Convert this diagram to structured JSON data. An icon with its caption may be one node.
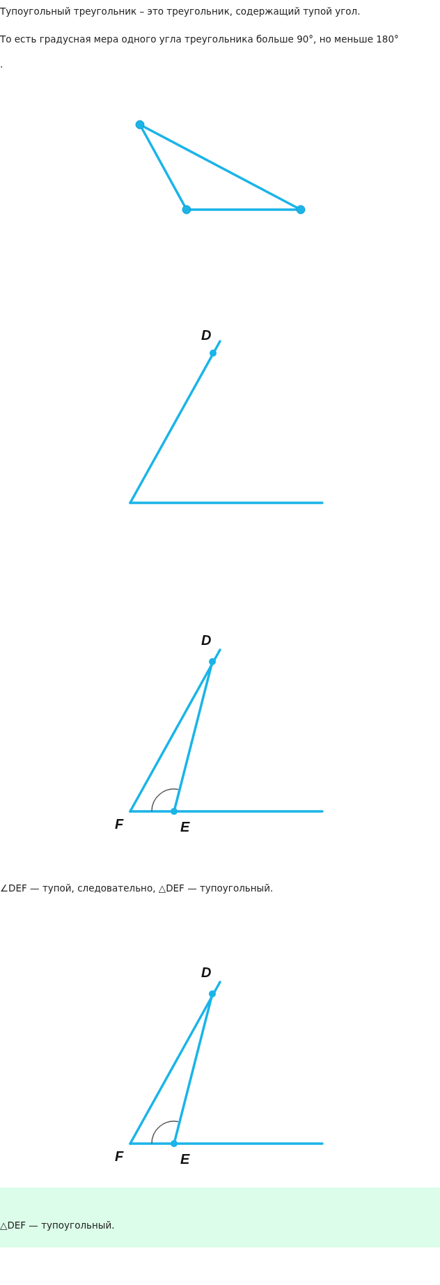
{
  "diagram": {
    "labels": [
      "Тупоугольный треугольник – это треугольник, содержащий тупой угол.",
      "То есть градусная мера одного угла треугольника больше 90°, но меньше 180°",
      ".",
      "D",
      "D",
      "F",
      "E",
      "∠DEF — тупой, следовательно, △DEF — тупоугольный.",
      "D",
      "F",
      "E",
      "△DEF — тупоугольный."
    ]
  }
}
